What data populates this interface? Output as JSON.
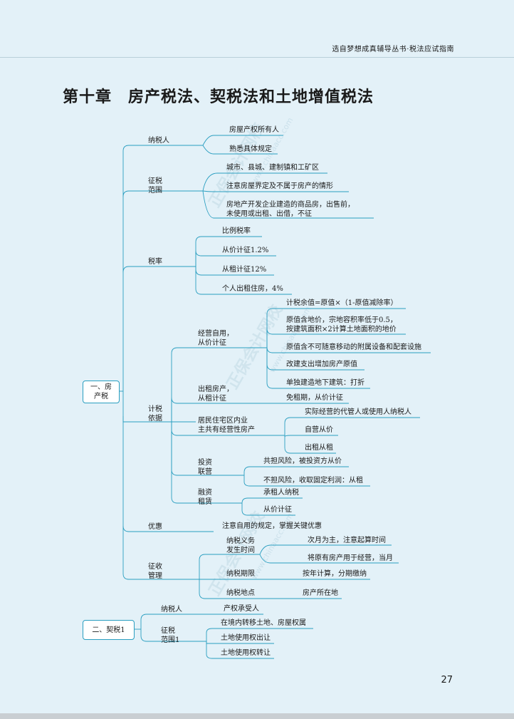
{
  "header": {
    "book_title": "选自梦想成真辅导丛书·税法应试指南"
  },
  "chapter": {
    "title": "第十章　房产税法、契税法和土地增值税法"
  },
  "page_number": "27",
  "watermark": {
    "text": "正保会计网校",
    "url": "www.chinaacc.com"
  },
  "colors": {
    "line": "#2a9ec0",
    "background": "#e3f1f8",
    "root_box_fill": "#ffffff"
  },
  "mindmap": {
    "root1": {
      "label_l1": "一、房",
      "label_l2": "产税",
      "taxpayer": {
        "label": "纳税人",
        "items": [
          "房屋产权所有人",
          "熟悉具体规定"
        ]
      },
      "scope": {
        "label_l1": "征税",
        "label_l2": "范围",
        "items": [
          "城市、县城、建制镇和工矿区",
          "注意房屋界定及不属于房产的情形"
        ],
        "note_l1": "房地产开发企业建造的商品房，出售前，",
        "note_l2": "未使用或出租、出借，不征"
      },
      "rate": {
        "label": "税率",
        "items": [
          "比例税率",
          "从价计征1.2%",
          "从租计征12%",
          "个人出租住房，4%"
        ]
      },
      "basis": {
        "label_l1": "计税",
        "label_l2": "依据",
        "self_use": {
          "label_l1": "经营自用，",
          "label_l2": "从价计征",
          "items": [
            "计税余值=原值×（1-原值减除率）"
          ],
          "land_l1": "原值含地价，宗地容积率低于0.5，",
          "land_l2": "按建筑面积×2计算土地面积的地价",
          "more": [
            "原值含不可随意移动的附属设备和配套设施",
            "改建支出增加房产原值",
            "单独建造地下建筑：打折"
          ]
        },
        "rent": {
          "label_l1": "出租房产，",
          "label_l2": "从租计征",
          "item": "免租期，从价计征"
        },
        "residential": {
          "label_l1": "居民住宅区内业",
          "label_l2": "主共有经营性房产",
          "items": [
            "实际经营的代管人或使用人纳税人",
            "自营从价",
            "出租从租"
          ]
        },
        "joint": {
          "label_l1": "投资",
          "label_l2": "联营",
          "items": [
            "共担风险，被投资方从价",
            "不担风险，收取固定利润：从租"
          ]
        },
        "lease": {
          "label_l1": "融资",
          "label_l2": "租赁",
          "items": [
            "承租人纳税",
            "从价计征"
          ]
        }
      },
      "relief": {
        "label": "优惠",
        "item": "注意自用的规定，掌握关键优惠"
      },
      "collection": {
        "label_l1": "征收",
        "label_l2": "管理",
        "time": {
          "label_l1": "纳税义务",
          "label_l2": "发生时间",
          "items": [
            "次月为主，注意起算时间",
            "将原有房产用于经营，当月"
          ]
        },
        "period": {
          "label": "纳税期限",
          "item": "按年计算，分期缴纳"
        },
        "place": {
          "label": "纳税地点",
          "item": "房产所在地"
        }
      }
    },
    "root2": {
      "label": "二、契税1",
      "taxpayer": {
        "label": "纳税人",
        "item": "产权承受人"
      },
      "scope": {
        "label_l1": "征税",
        "label_l2": "范围1",
        "items": [
          "在境内转移土地、房屋权属",
          "土地使用权出让",
          "土地使用权转让"
        ]
      }
    }
  }
}
